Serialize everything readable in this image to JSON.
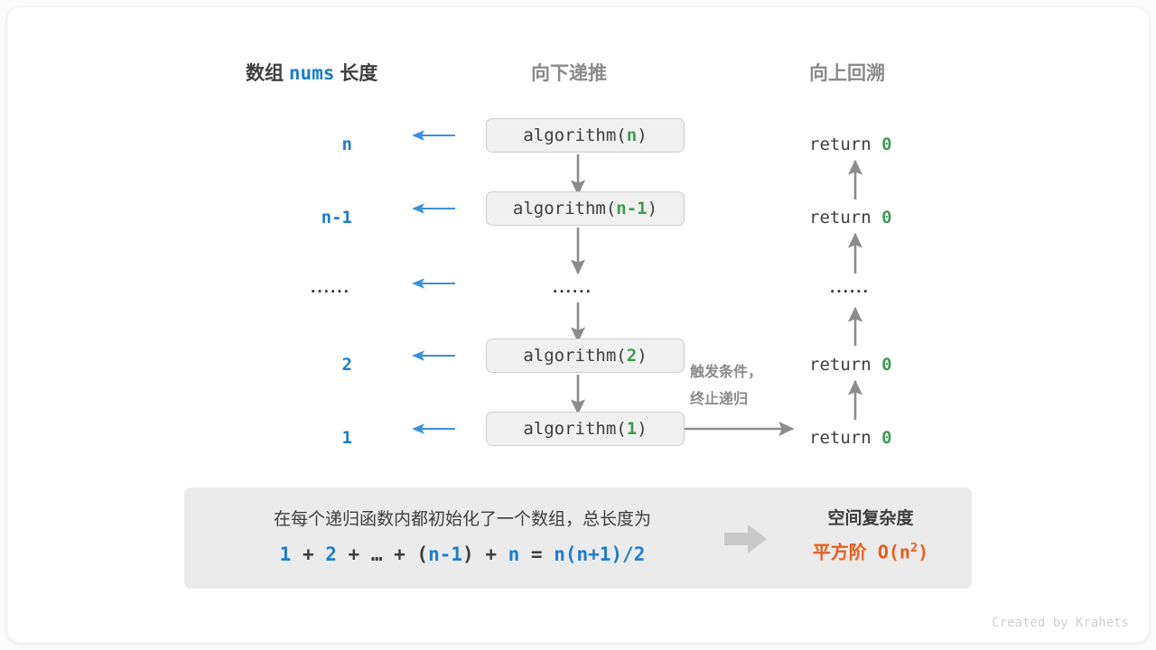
{
  "headers": {
    "left_prefix": "数组",
    "left_code": "nums",
    "left_suffix": "长度",
    "middle": "向下递推",
    "right": "向上回溯"
  },
  "rows": [
    {
      "length": "n",
      "call_prefix": "algorithm(",
      "call_arg": "n",
      "call_suffix": ")",
      "return_text": "return",
      "return_value": "0"
    },
    {
      "length": "n-1",
      "call_prefix": "algorithm(",
      "call_arg": "n-1",
      "call_suffix": ")",
      "return_text": "return",
      "return_value": "0"
    },
    {
      "length": "······",
      "call_prefix": "",
      "call_arg": "",
      "call_suffix": "",
      "return_text": "",
      "return_value": ""
    },
    {
      "length": "2",
      "call_prefix": "algorithm(",
      "call_arg": "2",
      "call_suffix": ")",
      "return_text": "return",
      "return_value": "0"
    },
    {
      "length": "1",
      "call_prefix": "algorithm(",
      "call_arg": "1",
      "call_suffix": ")",
      "return_text": "return",
      "return_value": "0"
    }
  ],
  "ellipsis": "······",
  "trigger_note": {
    "line1": "触发条件，",
    "line2": "终止递归"
  },
  "summary": {
    "text": "在每个递归函数内都初始化了一个数组，总长度为",
    "formula_parts": [
      {
        "t": "1",
        "c": "b"
      },
      {
        "t": " + ",
        "c": "g"
      },
      {
        "t": "2",
        "c": "b"
      },
      {
        "t": " + ",
        "c": "g"
      },
      {
        "t": "…",
        "c": "g"
      },
      {
        "t": " + ",
        "c": "g"
      },
      {
        "t": "(",
        "c": "g"
      },
      {
        "t": "n-1",
        "c": "b"
      },
      {
        "t": ")",
        "c": "g"
      },
      {
        "t": " + ",
        "c": "g"
      },
      {
        "t": "n",
        "c": "b"
      },
      {
        "t": " = ",
        "c": "g"
      },
      {
        "t": "n(n+1)/2",
        "c": "b"
      }
    ],
    "complexity_title": "空间复杂度",
    "complexity_label": "平方阶",
    "complexity_notation": "O(n",
    "complexity_exponent": "2",
    "complexity_notation_end": ")"
  },
  "credit": "Created by Krahets",
  "colors": {
    "blue": "#1a7ed0",
    "green": "#3f9b54",
    "orange": "#ea5c19",
    "gray": "#8a8a8a",
    "dark": "#3d3d3d",
    "box_fill": "#f0f0f0",
    "panel_fill": "#ebebeb"
  }
}
